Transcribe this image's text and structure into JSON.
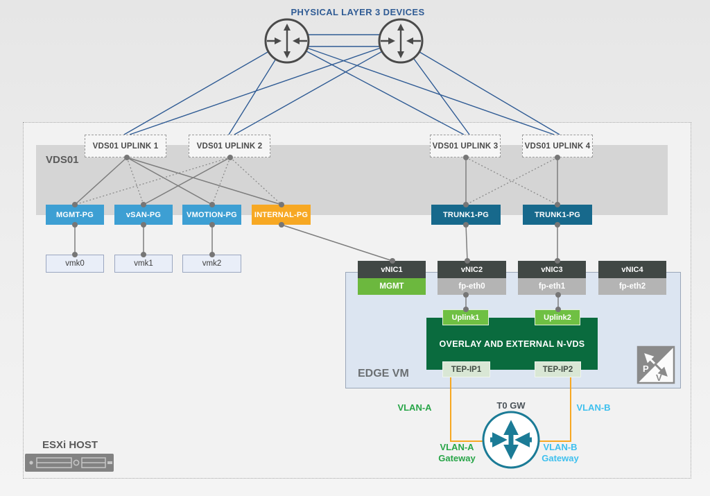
{
  "title": "PHYSICAL LAYER 3 DEVICES",
  "vds": {
    "label": "VDS01",
    "uplinks": [
      "VDS01 UPLINK 1",
      "VDS01 UPLINK 2",
      "VDS01 UPLINK 3",
      "VDS01 UPLINK 4"
    ],
    "port_groups": [
      "MGMT-PG",
      "vSAN-PG",
      "VMOTION-PG",
      "INTERNAL-PG",
      "TRUNK1-PG",
      "TRUNK1-PG"
    ]
  },
  "vmkernel": [
    "vmk0",
    "vmk1",
    "vmk2"
  ],
  "edge_vm": {
    "label": "EDGE VM",
    "vnics": [
      "vNIC1",
      "vNIC2",
      "vNIC3",
      "vNIC4"
    ],
    "interfaces": [
      "MGMT",
      "fp-eth0",
      "fp-eth1",
      "fp-eth2"
    ],
    "nvds": "OVERLAY AND EXTERNAL N-VDS",
    "nvds_uplinks": [
      "Uplink1",
      "Uplink2"
    ],
    "teps": [
      "TEP-IP1",
      "TEP-IP2"
    ],
    "pv": {
      "p": "P",
      "v": "V"
    }
  },
  "gateway": {
    "label": "T0 GW",
    "vlan_a": "VLAN-A",
    "vlan_b": "VLAN-B",
    "vlan_a_gw_line1": "VLAN-A",
    "vlan_a_gw_line2": "Gateway",
    "vlan_b_gw_line1": "VLAN-B",
    "vlan_b_gw_line2": "Gateway"
  },
  "host": {
    "label": "ESXi HOST"
  },
  "colors": {
    "pg_blue": "#3d9fd3",
    "pg_orange": "#f7a823",
    "trunk_teal": "#17698c",
    "vnic_dark": "#414845",
    "fp_gray": "#b4b4b4",
    "mgmt_green": "#6cb83e",
    "uplink_green": "#6fc043",
    "nvds_green": "#0a6b3e",
    "tep_pale": "#d9e7d5",
    "edge_bg": "#dce5f1",
    "line_blue": "#2f5b94",
    "line_gray": "#7d7d7d",
    "line_orange": "#f7a823",
    "router_dark": "#4a4a4a",
    "router_teal": "#1b7b96",
    "vlan_a_green": "#28a548",
    "vlan_b_blue": "#3fc0ee"
  }
}
